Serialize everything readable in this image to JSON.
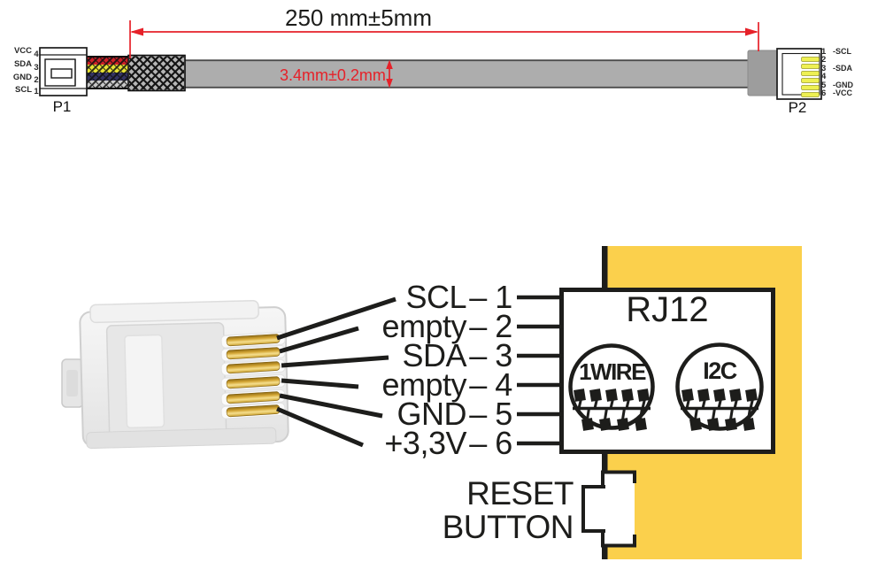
{
  "colors": {
    "pcb_yellow": "#fbd04c",
    "dimension_red": "#e62129",
    "ink": "#1d1d1b",
    "cable_gray": "#adadad",
    "p2_pin_yellow": "#eef052",
    "pin_gold": "#d9a93c"
  },
  "cable_drawing": {
    "length_dimension": "250 mm±5mm",
    "thickness_dimension": "3.4mm±0.2mm",
    "p1": {
      "label": "P1",
      "pins": [
        {
          "name": "VCC",
          "num": "4"
        },
        {
          "name": "SDA",
          "num": "3"
        },
        {
          "name": "GND",
          "num": "2"
        },
        {
          "name": "SCL",
          "num": "1"
        }
      ]
    },
    "p2": {
      "label": "P2",
      "pins": [
        {
          "num": "1",
          "name": "-SCL"
        },
        {
          "num": "2",
          "name": ""
        },
        {
          "num": "3",
          "name": "-SDA"
        },
        {
          "num": "4",
          "name": ""
        },
        {
          "num": "5",
          "name": "-GND"
        },
        {
          "num": "6",
          "name": "-VCC"
        }
      ]
    }
  },
  "pinout": {
    "connector_title": "RJ12",
    "rows": [
      {
        "name": "SCL",
        "dash": "–",
        "num": "1"
      },
      {
        "name": "empty",
        "dash": "–",
        "num": "2"
      },
      {
        "name": "SDA",
        "dash": "–",
        "num": "3"
      },
      {
        "name": "empty",
        "dash": "–",
        "num": "4"
      },
      {
        "name": "GND",
        "dash": "–",
        "num": "5"
      },
      {
        "name": "+3,3V",
        "dash": "–",
        "num": "6"
      }
    ],
    "buses": [
      {
        "label": "1WIRE"
      },
      {
        "label": "I2C"
      }
    ],
    "reset_button": {
      "line1": "RESET",
      "line2": "BUTTON"
    }
  }
}
